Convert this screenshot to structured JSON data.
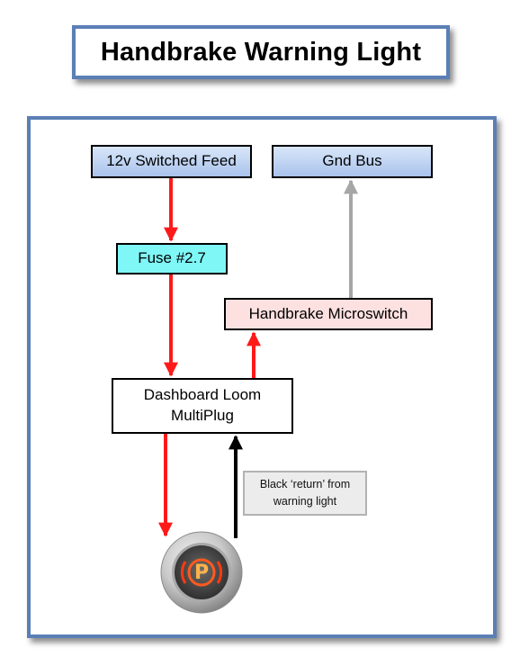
{
  "title": "Handbrake Warning Light",
  "nodes": {
    "feed": "12v Switched Feed",
    "gnd": "Gnd Bus",
    "fuse": "Fuse #2.7",
    "microswitch": "Handbrake Microswitch",
    "loom_line1": "Dashboard Loom",
    "loom_line2": "MultiPlug"
  },
  "note": {
    "line1": "Black ‘return’ from",
    "line2": "warning light"
  },
  "lamp": {
    "letter": "P"
  },
  "colors": {
    "frame": "#5b7fb5",
    "feed_wire": "#ff1a1a",
    "return_wire": "#000000",
    "ground_wire": "#a6a6a6",
    "node_blue": "#a9c3ec",
    "fuse_cyan": "#7ff7f7",
    "switch_pink": "#fde1e1",
    "lamp_glow": "#ff5a1f"
  }
}
